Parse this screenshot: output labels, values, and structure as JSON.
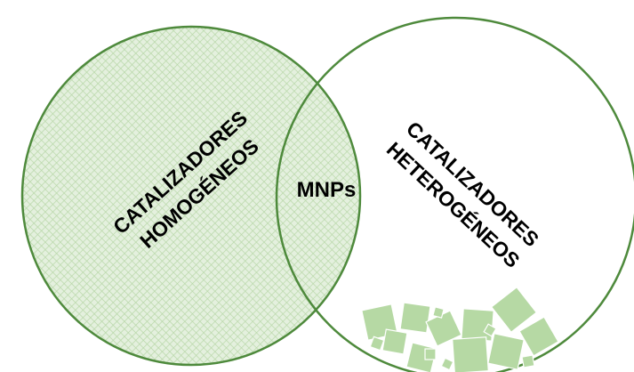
{
  "diagram": {
    "left_set": {
      "line1": "CATALIZADORES",
      "line2": "HOMOGÉNEOS",
      "fill_color": "#e4f0de",
      "pattern_color": "#b8d7a8",
      "stroke_color": "#4e8a3c"
    },
    "right_set": {
      "line1": "CATALIZADORES",
      "line2": "HETEROGÉNEOS",
      "fill_color": "#ffffff",
      "stroke_color": "#4e8a3c",
      "particle_color": "#b6d9a4"
    },
    "intersection": {
      "label": "MNPs"
    }
  }
}
